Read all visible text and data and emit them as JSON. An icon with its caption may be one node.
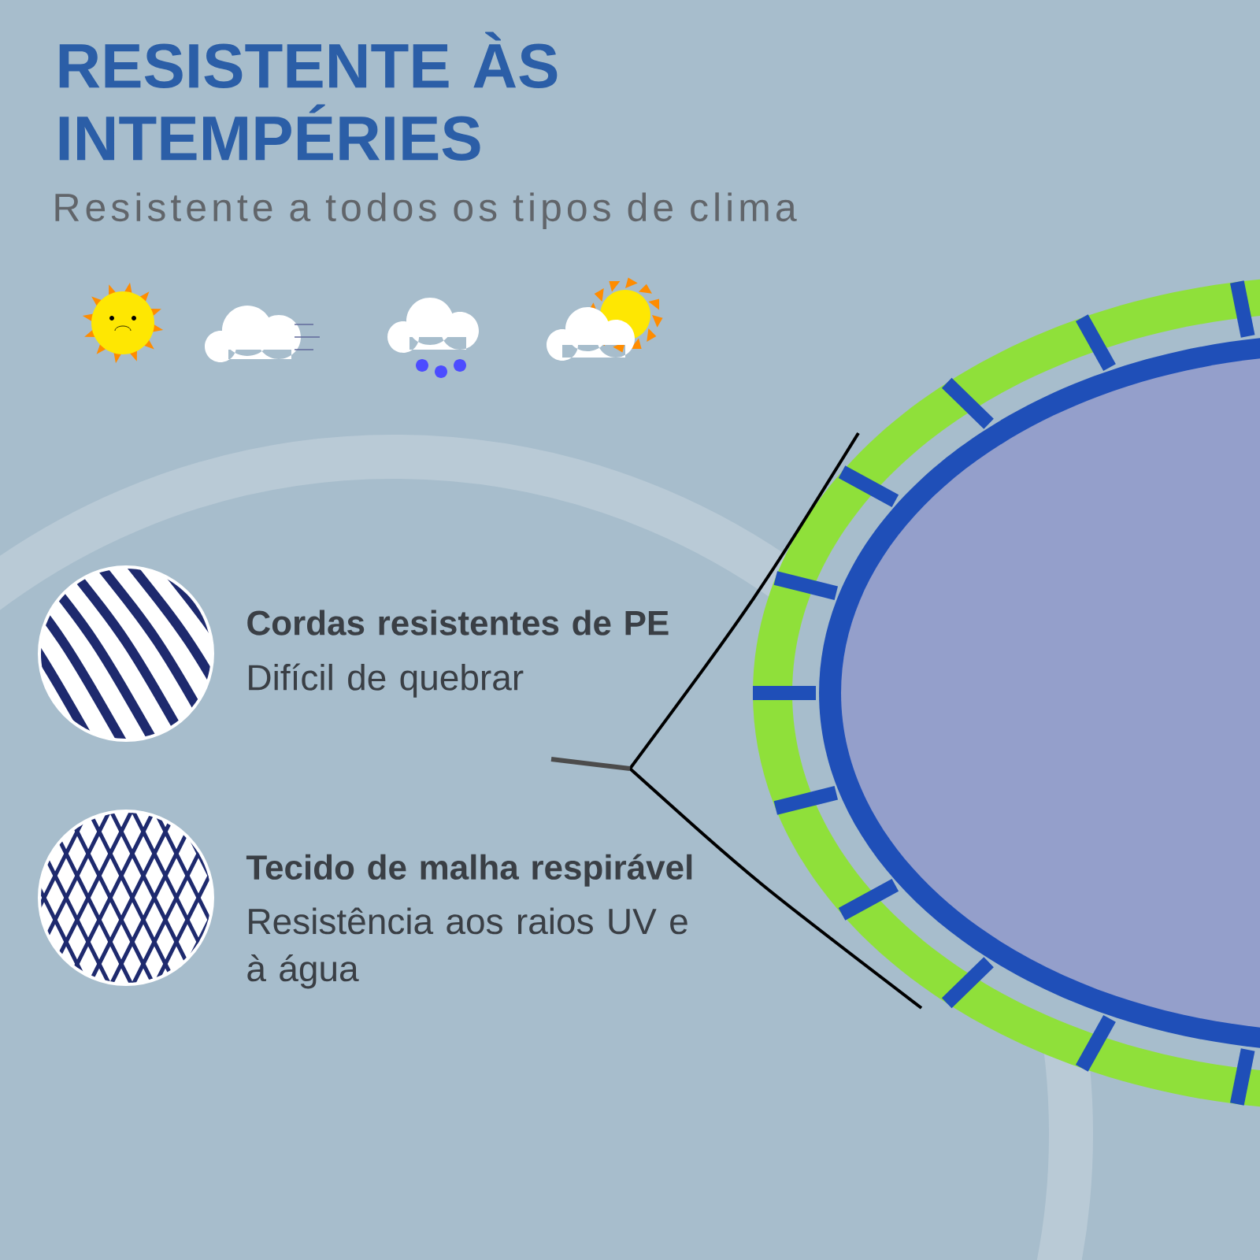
{
  "diagram": {
    "title": "RESISTENTE ÀS INTEMPÉRIES",
    "nodes": [
      {
        "text": [],
        "shape": "picture",
        "beside": [
          "Cordas resistentes de PE",
          "Difícil de quebrar"
        ]
      },
      {
        "text": [],
        "shape": "picture",
        "beside": [
          "Tecido de malha respirável",
          "Resistência aos raios UV e à água"
        ]
      }
    ],
    "labels": [
      "Resistente a todos os tipos de clima"
    ]
  }
}
